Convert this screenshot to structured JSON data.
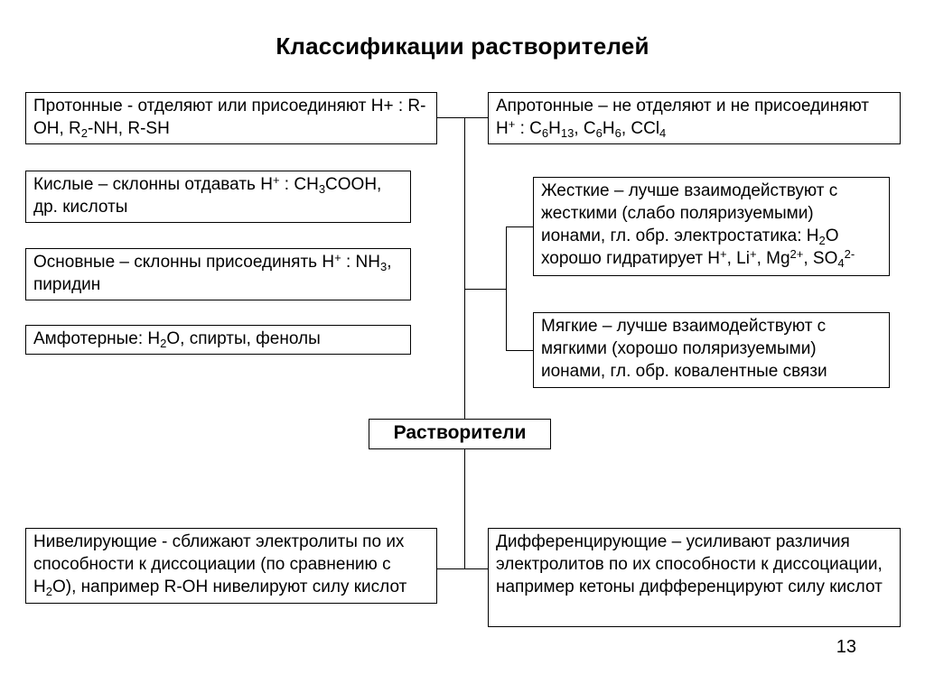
{
  "slide": {
    "title": "Классификации растворителей",
    "page_number": "13"
  },
  "diagram": {
    "center": {
      "label": "Растворители"
    },
    "boxes": {
      "protonic": {
        "rich": [
          {
            "t": "Протонные - отделяют или присоединяют H+ : R-OH, R"
          },
          {
            "t": "2",
            "s": "sub"
          },
          {
            "t": "-NH, R-SH"
          }
        ]
      },
      "acidic": {
        "rich": [
          {
            "t": "Кислые – склонны отдавать H"
          },
          {
            "t": "+",
            "s": "sup"
          },
          {
            "t": " : CH"
          },
          {
            "t": "3",
            "s": "sub"
          },
          {
            "t": "COOH, др. кислоты"
          }
        ]
      },
      "basic": {
        "rich": [
          {
            "t": "Основные – склонны присоединять H"
          },
          {
            "t": "+",
            "s": "sup"
          },
          {
            "t": " : NH"
          },
          {
            "t": "3",
            "s": "sub"
          },
          {
            "t": ", пиридин"
          }
        ]
      },
      "amphoteric": {
        "rich": [
          {
            "t": "Амфотерные: H"
          },
          {
            "t": "2",
            "s": "sub"
          },
          {
            "t": "O, спирты, фенолы"
          }
        ]
      },
      "aprotic": {
        "rich": [
          {
            "t": "Апротонные – не отделяют и не присоединяют H"
          },
          {
            "t": "+",
            "s": "sup"
          },
          {
            "t": " : C"
          },
          {
            "t": "6",
            "s": "sub"
          },
          {
            "t": "H"
          },
          {
            "t": "13",
            "s": "sub"
          },
          {
            "t": ", C"
          },
          {
            "t": "6",
            "s": "sub"
          },
          {
            "t": "H"
          },
          {
            "t": "6",
            "s": "sub"
          },
          {
            "t": ", CCl"
          },
          {
            "t": "4",
            "s": "sub"
          }
        ]
      },
      "hard": {
        "rich": [
          {
            "t": "Жесткие – лучше взаимодействуют с жесткими (слабо поляризуемыми) ионами, гл. обр. электростатика: H"
          },
          {
            "t": "2",
            "s": "sub"
          },
          {
            "t": "O хорошо гидратирует H"
          },
          {
            "t": "+",
            "s": "sup"
          },
          {
            "t": ", Li"
          },
          {
            "t": "+",
            "s": "sup"
          },
          {
            "t": ", Mg"
          },
          {
            "t": "2+",
            "s": "sup"
          },
          {
            "t": ", SO"
          },
          {
            "t": "4",
            "s": "sub"
          },
          {
            "t": "2-",
            "s": "sup"
          }
        ]
      },
      "soft": {
        "rich": [
          {
            "t": "Мягкие – лучше взаимодействуют с мягкими (хорошо поляризуемыми) ионами, гл. обр. ковалентные связи"
          }
        ]
      },
      "leveling": {
        "rich": [
          {
            "t": "Нивелирующие - сближают электролиты по их способности к диссоциации (по сравнению с H"
          },
          {
            "t": "2",
            "s": "sub"
          },
          {
            "t": "O), например R-OH нивелируют силу кислот"
          }
        ]
      },
      "differentiating": {
        "rich": [
          {
            "t": "Дифференцирующие – усиливают различия электролитов по их способности к диссоциации, например кетоны дифференцируют силу кислот"
          }
        ]
      }
    }
  }
}
